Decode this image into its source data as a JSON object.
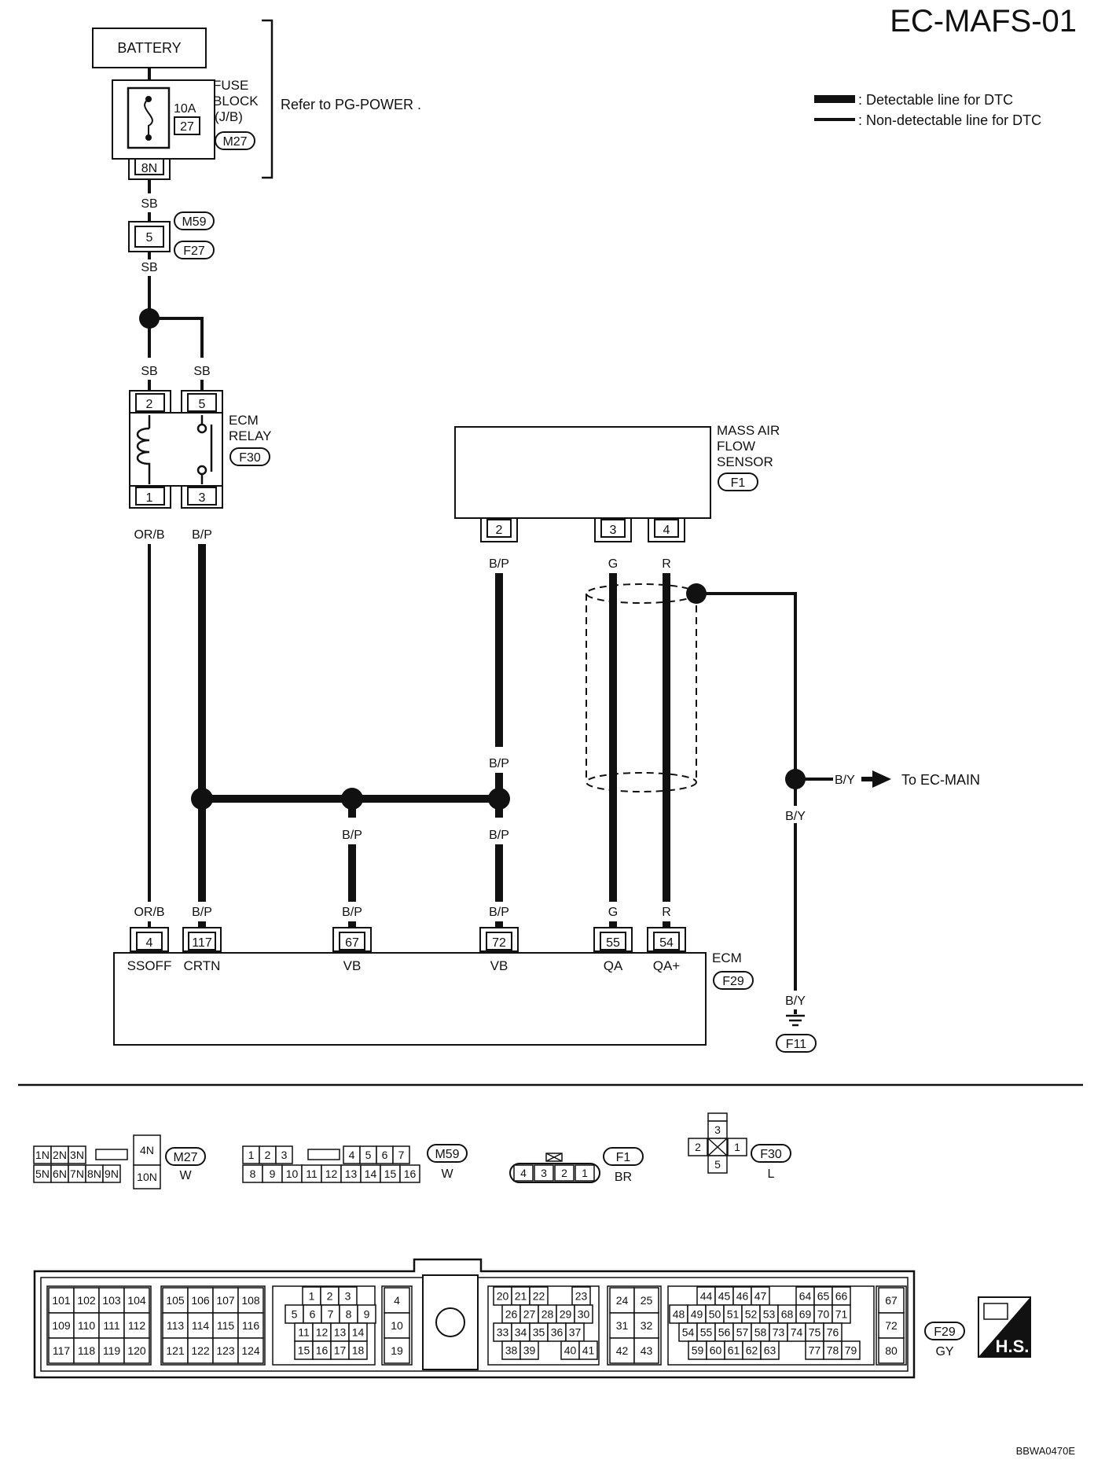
{
  "title": "EC-MAFS-01",
  "legend": {
    "detectable": ": Detectable line for DTC",
    "non_detectable": ": Non-detectable line for DTC"
  },
  "battery": "BATTERY",
  "fuse_block": {
    "label1": "FUSE",
    "label2": "BLOCK",
    "label3": "(J/B)",
    "amp": "10A",
    "number": "27",
    "connector": "M27",
    "terminal": "8N",
    "refer": "Refer to  PG-POWER ."
  },
  "joint": {
    "pin": "5",
    "conn_a": "M59",
    "conn_b": "F27"
  },
  "ecm_relay": {
    "label1": "ECM",
    "label2": "RELAY",
    "connector": "F30",
    "pins": [
      "2",
      "5",
      "1",
      "3"
    ]
  },
  "maf": {
    "label1": "MASS AIR",
    "label2": "FLOW",
    "label3": "SENSOR",
    "connector": "F1",
    "pins": [
      "2",
      "3",
      "4"
    ]
  },
  "ecm": {
    "label": "ECM",
    "connector": "F29",
    "pins": [
      "4",
      "117",
      "67",
      "72",
      "55",
      "54"
    ],
    "terminal_names": [
      "SSOFF",
      "CRTN",
      "VB",
      "VB",
      "QA",
      "QA+"
    ]
  },
  "wires": {
    "sb": "SB",
    "orb": "OR/B",
    "bp": "B/P",
    "g": "G",
    "r": "R",
    "by": "B/Y"
  },
  "to_ec_main": "To EC-MAIN",
  "ground": "F11",
  "connectors": {
    "m27": {
      "id": "M27",
      "color": "W",
      "top": [
        "1N",
        "2N",
        "3N"
      ],
      "bottom": [
        "5N",
        "6N",
        "7N",
        "8N",
        "9N"
      ],
      "right_top": "4N",
      "right_bottom": "10N"
    },
    "m59": {
      "id": "M59",
      "color": "W",
      "top_left": [
        "1",
        "2",
        "3"
      ],
      "top_right": [
        "4",
        "5",
        "6",
        "7"
      ],
      "bottom": [
        "8",
        "9",
        "10",
        "11",
        "12",
        "13",
        "14",
        "15",
        "16"
      ]
    },
    "f1": {
      "id": "F1",
      "color": "BR",
      "pins": [
        "4",
        "3",
        "2",
        "1"
      ]
    },
    "f30": {
      "id": "F30",
      "color": "L",
      "top": "3",
      "left": "2",
      "right": "1",
      "bottom": "5"
    },
    "f29": {
      "id": "F29",
      "color": "GY",
      "blockA": [
        [
          "101",
          "102",
          "103",
          "104"
        ],
        [
          "109",
          "110",
          "111",
          "112"
        ],
        [
          "117",
          "118",
          "119",
          "120"
        ]
      ],
      "blockB": [
        [
          "105",
          "106",
          "107",
          "108"
        ],
        [
          "113",
          "114",
          "115",
          "116"
        ],
        [
          "121",
          "122",
          "123",
          "124"
        ]
      ],
      "blockC": [
        [
          "1",
          "2",
          "3"
        ],
        [
          "5",
          "6",
          "7",
          "8",
          "9"
        ],
        [
          "11",
          "12",
          "13",
          "14"
        ],
        [
          "15",
          "16",
          "17",
          "18"
        ]
      ],
      "blockD": [
        "4",
        "10",
        "19"
      ],
      "blockE": [
        [
          "20",
          "21",
          "22",
          "23"
        ],
        [
          "26",
          "27",
          "28",
          "29",
          "30"
        ],
        [
          "33",
          "34",
          "35",
          "36",
          "37"
        ],
        [
          "38",
          "39",
          "40",
          "41"
        ]
      ],
      "blockF": [
        [
          "24",
          "25"
        ],
        [
          "31",
          "32"
        ],
        [
          "42",
          "43"
        ]
      ],
      "blockG": [
        [
          "44",
          "45",
          "46",
          "47",
          "64",
          "65",
          "66"
        ],
        [
          "48",
          "49",
          "50",
          "51",
          "52",
          "53",
          "68",
          "69",
          "70",
          "71"
        ],
        [
          "54",
          "55",
          "56",
          "57",
          "58",
          "73",
          "74",
          "75",
          "76"
        ],
        [
          "59",
          "60",
          "61",
          "62",
          "63",
          "77",
          "78",
          "79"
        ]
      ],
      "blockH": [
        "67",
        "72",
        "80"
      ]
    }
  },
  "hs_badge": "H.S.",
  "figure_code": "BBWA0470E"
}
